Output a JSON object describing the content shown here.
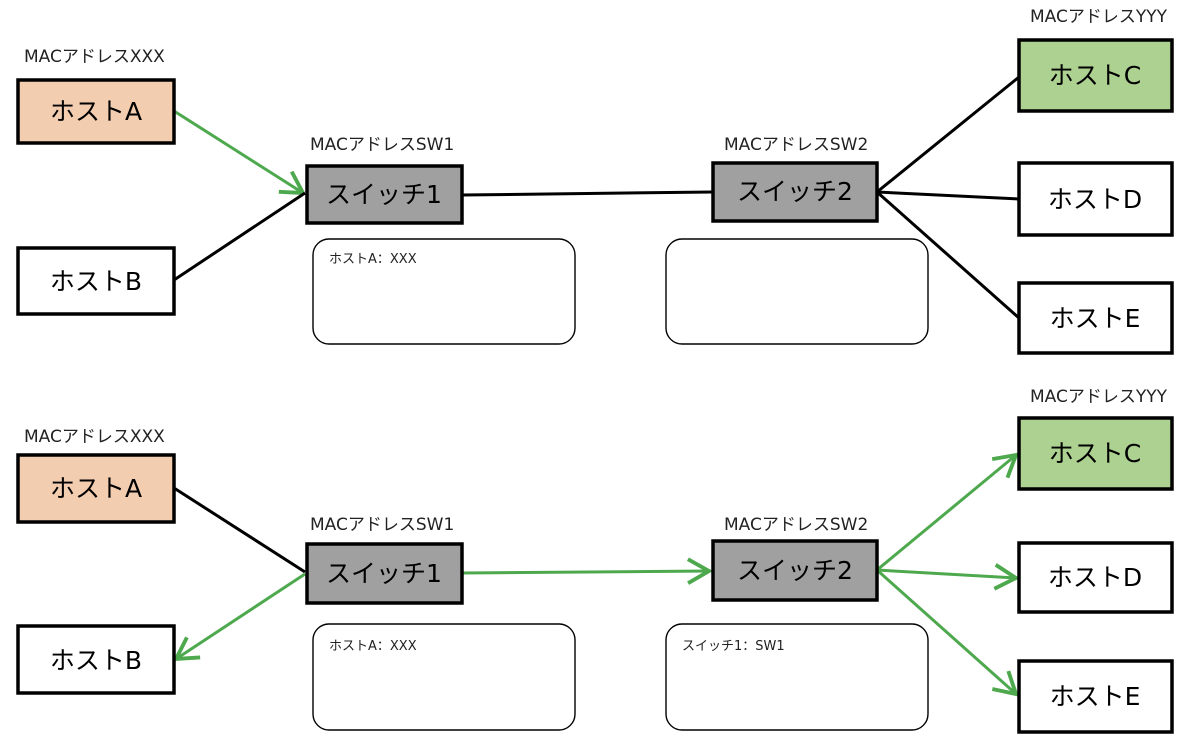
{
  "colors": {
    "host_a_fill": "#f3cdb0",
    "host_c_fill": "#acd190",
    "switch_fill": "#a0a0a0",
    "host_fill": "#ffffff",
    "link": "#000000",
    "frame_arrow": "#4ea94e"
  },
  "diagrams": [
    {
      "hosts": {
        "a": {
          "label": "ホストA",
          "mac": "MACアドレスXXX"
        },
        "b": {
          "label": "ホストB"
        },
        "c": {
          "label": "ホストC",
          "mac": "MACアドレスYYY"
        },
        "d": {
          "label": "ホストD"
        },
        "e": {
          "label": "ホストE"
        }
      },
      "switches": {
        "sw1": {
          "label": "スイッチ1",
          "mac": "MACアドレスSW1",
          "table": "ホストA：XXX"
        },
        "sw2": {
          "label": "スイッチ2",
          "mac": "MACアドレスSW2",
          "table": ""
        }
      }
    },
    {
      "hosts": {
        "a": {
          "label": "ホストA",
          "mac": "MACアドレスXXX"
        },
        "b": {
          "label": "ホストB"
        },
        "c": {
          "label": "ホストC",
          "mac": "MACアドレスYYY"
        },
        "d": {
          "label": "ホストD"
        },
        "e": {
          "label": "ホストE"
        }
      },
      "switches": {
        "sw1": {
          "label": "スイッチ1",
          "mac": "MACアドレスSW1",
          "table": "ホストA：XXX"
        },
        "sw2": {
          "label": "スイッチ2",
          "mac": "MACアドレスSW2",
          "table": "スイッチ1：SW1"
        }
      }
    }
  ]
}
